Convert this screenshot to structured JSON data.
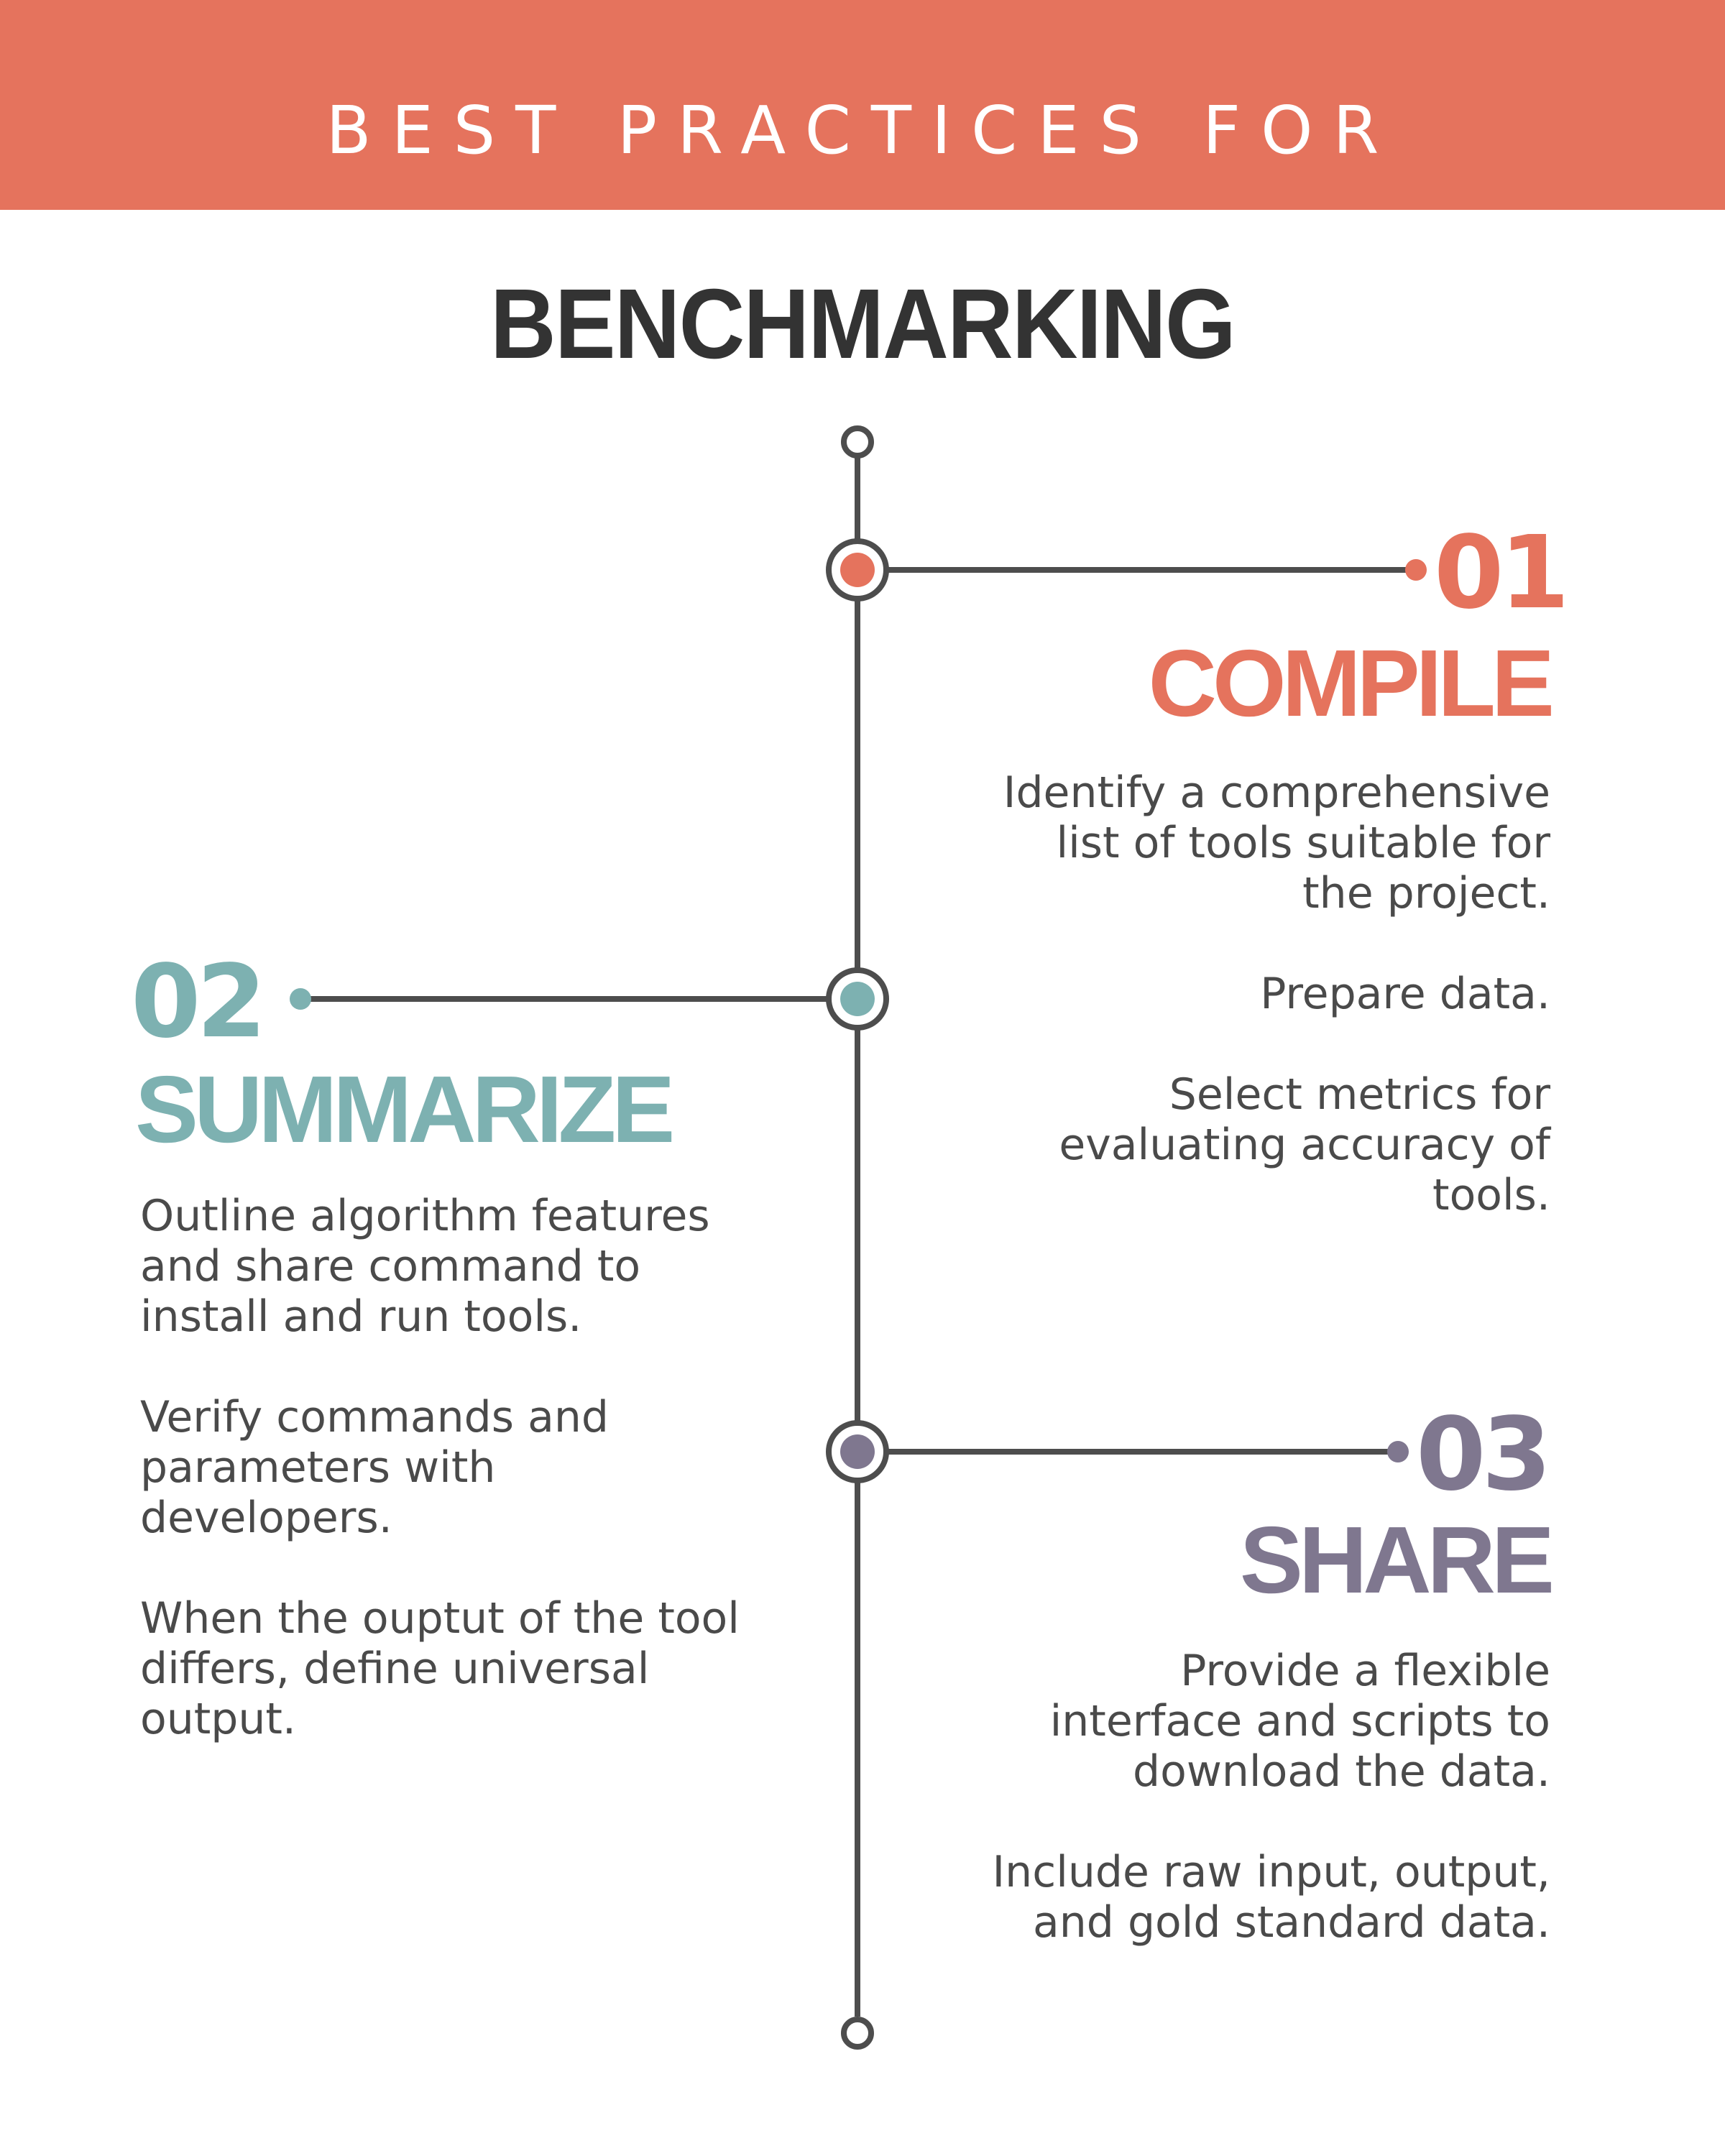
{
  "header": {
    "subtitle": "BEST PRACTICES FOR",
    "title": "BENCHMARKING"
  },
  "colors": {
    "header_bg": "#E5735D",
    "title_text": "#333333",
    "line": "#4D4D4D",
    "body_text": "#4A4A4A",
    "compile": "#E5735D",
    "summarize": "#7DB1B1",
    "share": "#7F778F"
  },
  "steps": [
    {
      "number": "01",
      "title": "COMPILE",
      "side": "right",
      "color": "#E5735D",
      "paragraphs": [
        "Identify a comprehensive list of tools suitable for the project.",
        "Prepare data.",
        "Select metrics for evaluating accuracy of tools."
      ]
    },
    {
      "number": "02",
      "title": "SUMMARIZE",
      "side": "left",
      "color": "#7DB1B1",
      "paragraphs": [
        "Outline algorithm features and share command to install and run tools.",
        "Verify commands and parameters with developers.",
        "When the ouptut of the tool differs, define universal output."
      ]
    },
    {
      "number": "03",
      "title": "SHARE",
      "side": "right",
      "color": "#7F778F",
      "paragraphs": [
        "Provide a flexible interface and scripts to download the data.",
        "Include raw input, output, and gold standard data."
      ]
    }
  ]
}
